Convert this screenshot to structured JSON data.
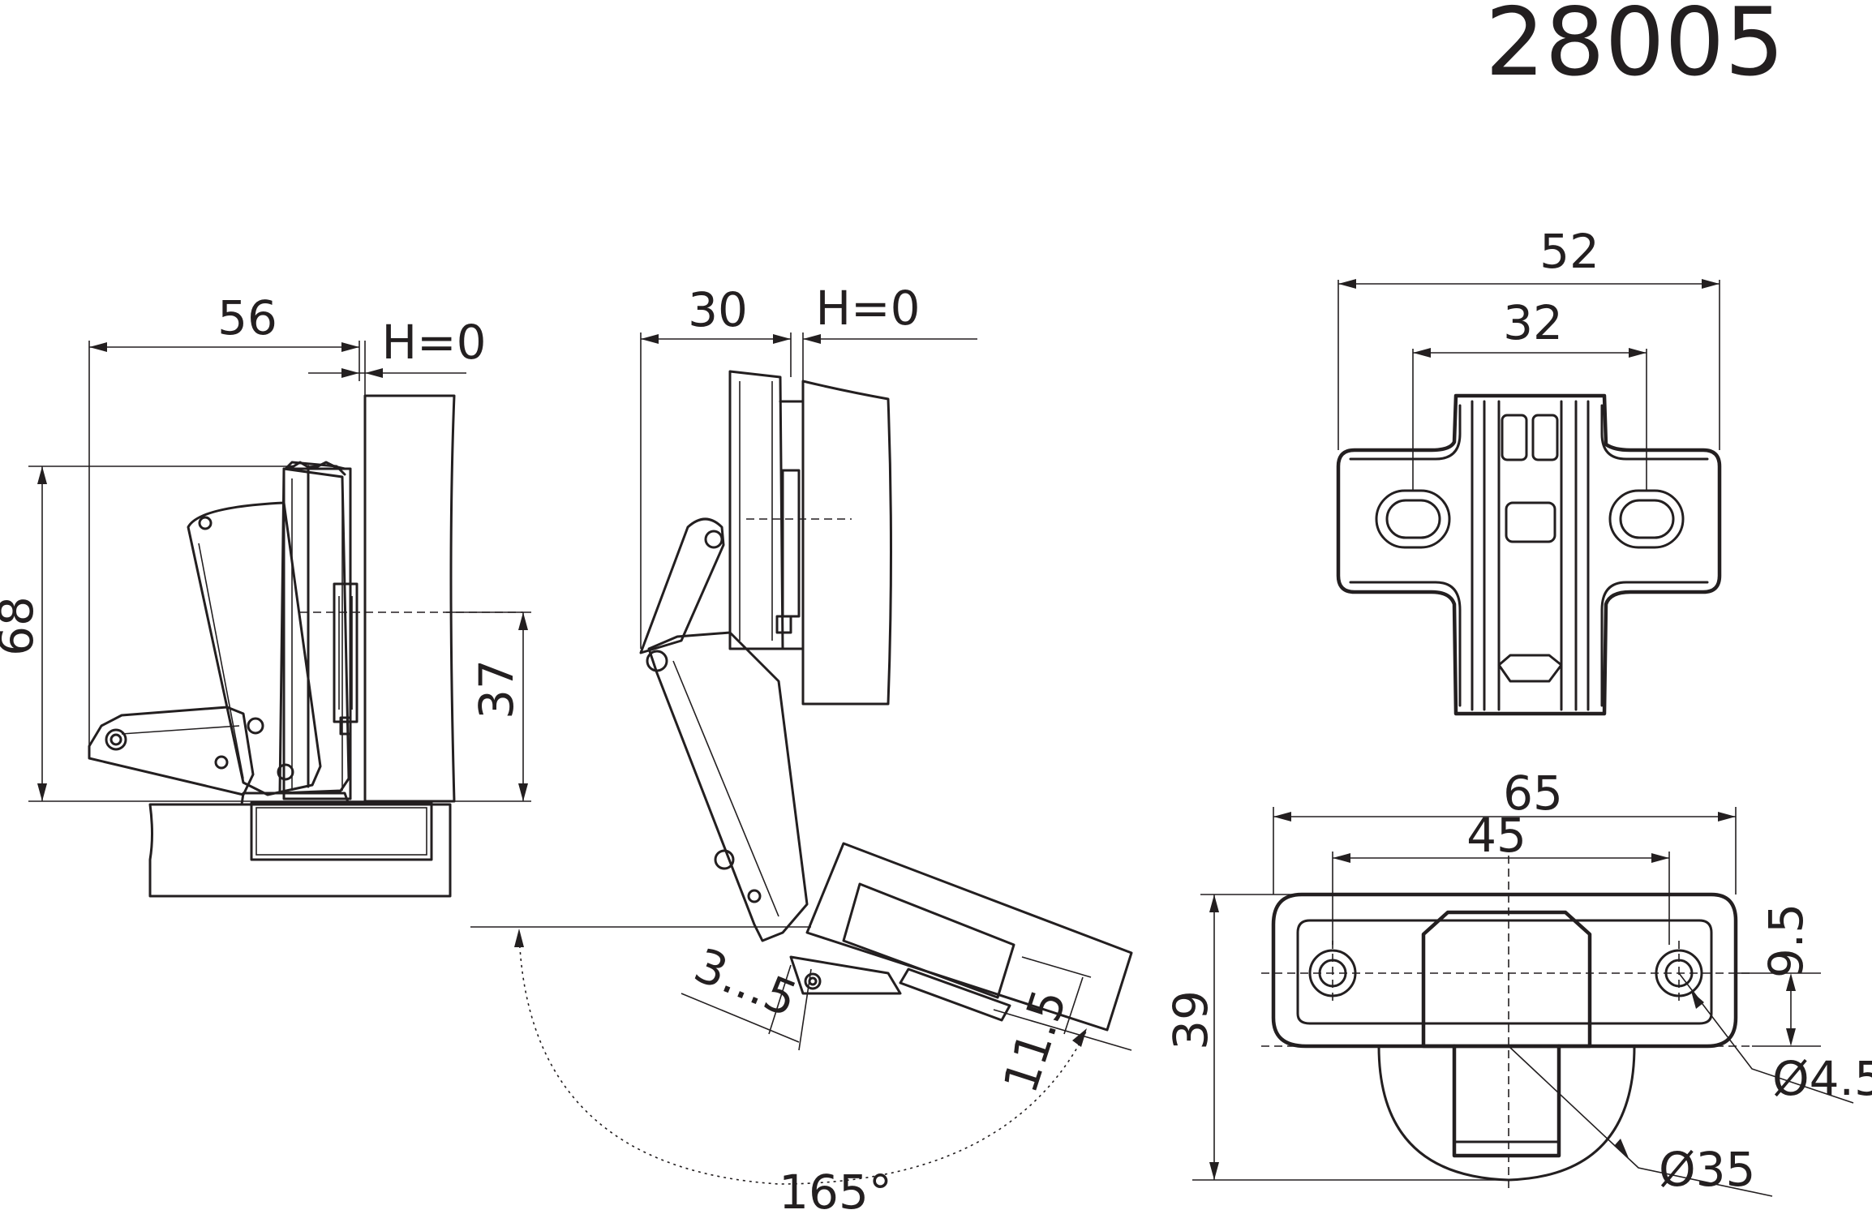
{
  "title": "28005",
  "side_view_a": {
    "width": "56",
    "overlay": "H=0",
    "height": "68",
    "mid_height": "37"
  },
  "side_view_b": {
    "width": "30",
    "overlay": "H=0",
    "gap_range": "3...5",
    "depth": "11.5",
    "angle": "165°"
  },
  "plate_view": {
    "outer_width": "52",
    "inner_width": "32"
  },
  "cup_view": {
    "outer_width": "65",
    "hole_spacing": "45",
    "height": "39",
    "offset": "9.5",
    "screw_hole": "Ø4.5",
    "cup_diameter": "Ø35"
  }
}
